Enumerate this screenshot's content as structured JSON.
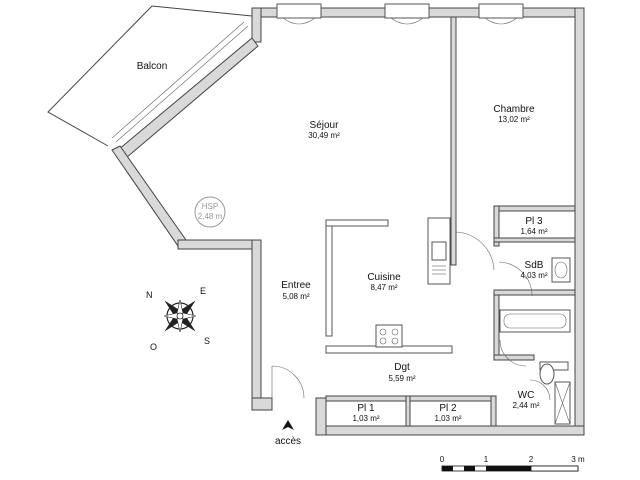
{
  "rooms": [
    {
      "id": "balcon",
      "name": "Balcon",
      "area": ""
    },
    {
      "id": "sejour",
      "name": "Séjour",
      "area": "30,49 m²"
    },
    {
      "id": "chambre",
      "name": "Chambre",
      "area": "13,02 m²"
    },
    {
      "id": "pl3",
      "name": "Pl 3",
      "area": "1,64 m²"
    },
    {
      "id": "sdb",
      "name": "SdB",
      "area": "4,03 m²"
    },
    {
      "id": "cuisine",
      "name": "Cuisine",
      "area": "8,47 m²"
    },
    {
      "id": "entree",
      "name": "Entree",
      "area": "5,08 m²"
    },
    {
      "id": "dgt",
      "name": "Dgt",
      "area": "5,59 m²"
    },
    {
      "id": "wc",
      "name": "WC",
      "area": "2,44 m²"
    },
    {
      "id": "pl1",
      "name": "Pl 1",
      "area": "1,03 m²"
    },
    {
      "id": "pl2",
      "name": "Pl 2",
      "area": "1,03 m²"
    }
  ],
  "hsp": {
    "label": "HSP",
    "value": "2,48 m"
  },
  "access": {
    "label": "accès"
  },
  "compass": {
    "n": "N",
    "e": "E",
    "s": "S",
    "o": "O"
  },
  "scale": {
    "ticks": [
      "0",
      "1",
      "2",
      "3 m"
    ]
  },
  "colors": {
    "wall": "#d9d9d9",
    "line": "#444444"
  }
}
